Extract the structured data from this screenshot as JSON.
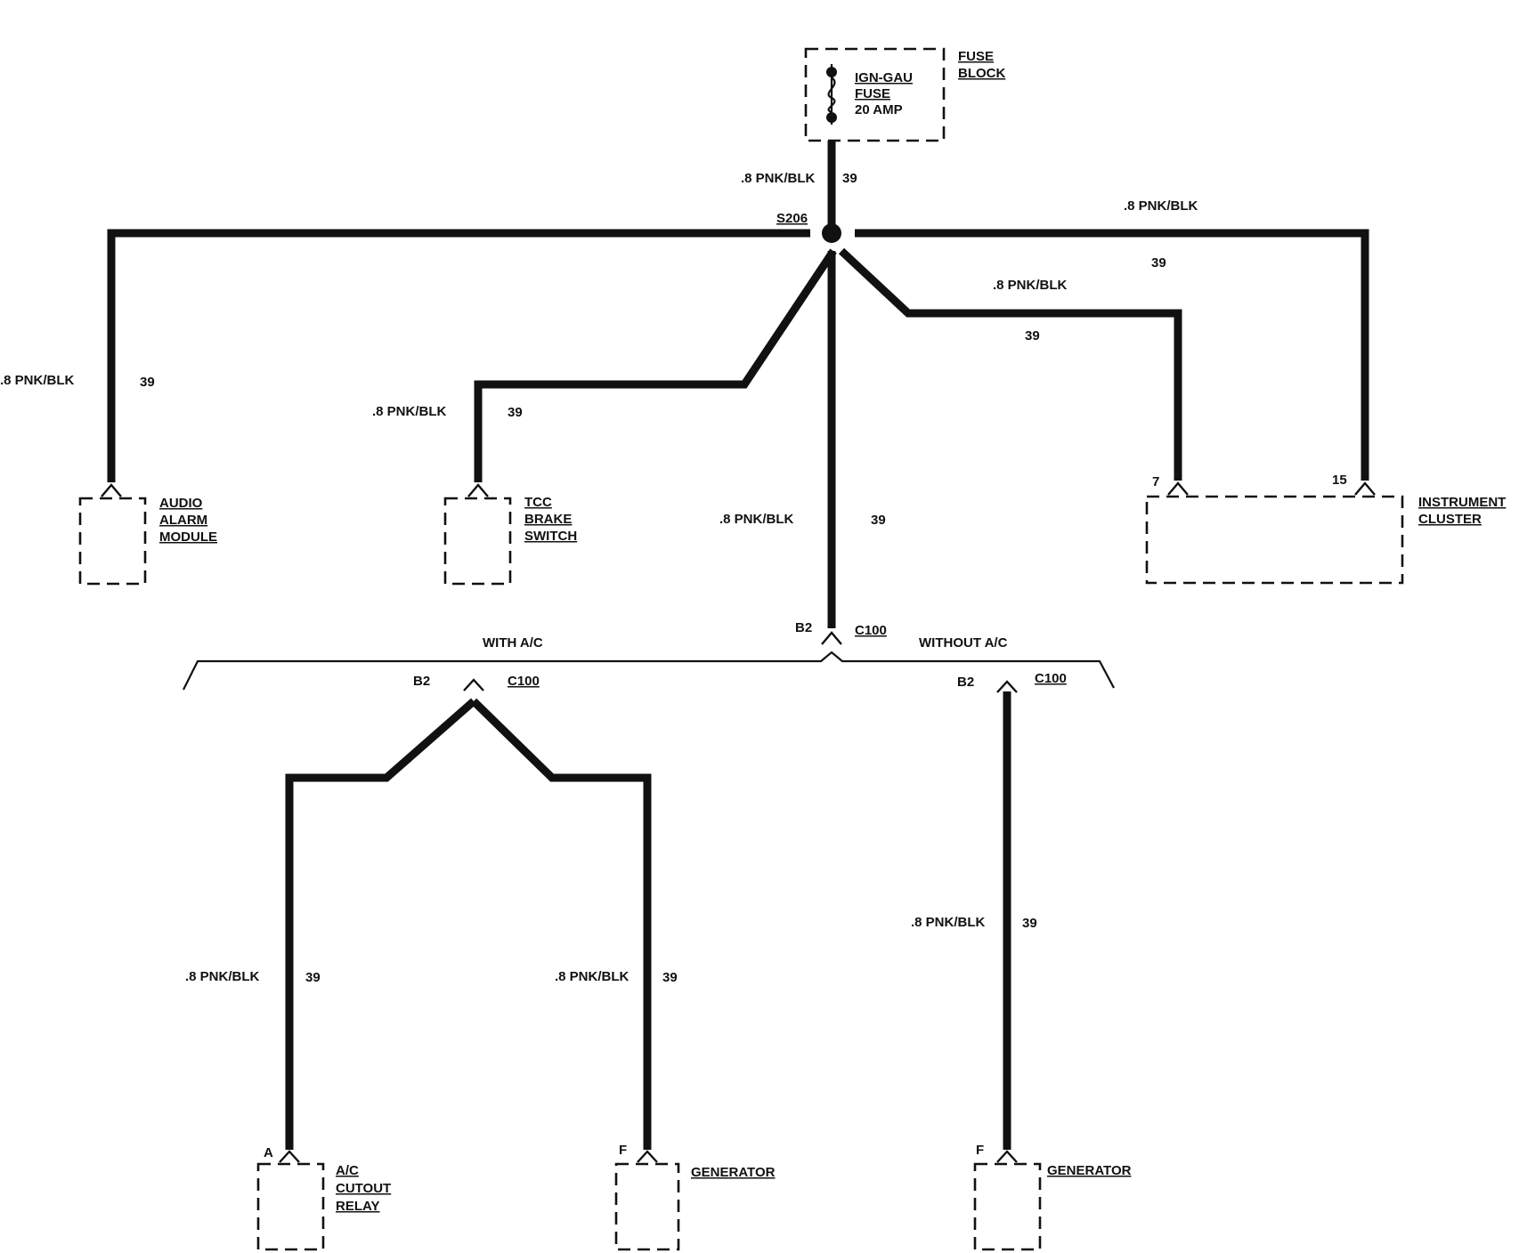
{
  "fuse_block": {
    "title_line1": "FUSE",
    "title_line2": "BLOCK",
    "fuse_line1": "IGN-GAU",
    "fuse_line2": "FUSE",
    "fuse_line3": "20 AMP"
  },
  "splice": {
    "label": "S206"
  },
  "wire": {
    "gauge_color": ".8 PNK/BLK",
    "circuit": "39"
  },
  "components": {
    "audio_alarm_module": [
      "AUDIO",
      "ALARM",
      "MODULE"
    ],
    "tcc_brake_switch": [
      "TCC",
      "BRAKE",
      "SWITCH"
    ],
    "instrument_cluster": [
      "INSTRUMENT",
      "CLUSTER"
    ],
    "ac_cutout_relay": [
      "A/C",
      "CUTOUT",
      "RELAY"
    ],
    "generator_with_ac": "GENERATOR",
    "generator_without_ac": "GENERATOR"
  },
  "connectors": {
    "c100": "C100",
    "pin_b2": "B2",
    "pin_7": "7",
    "pin_15": "15",
    "pin_a": "A",
    "pin_f": "F"
  },
  "options": {
    "with_ac": "WITH A/C",
    "without_ac": "WITHOUT A/C"
  }
}
